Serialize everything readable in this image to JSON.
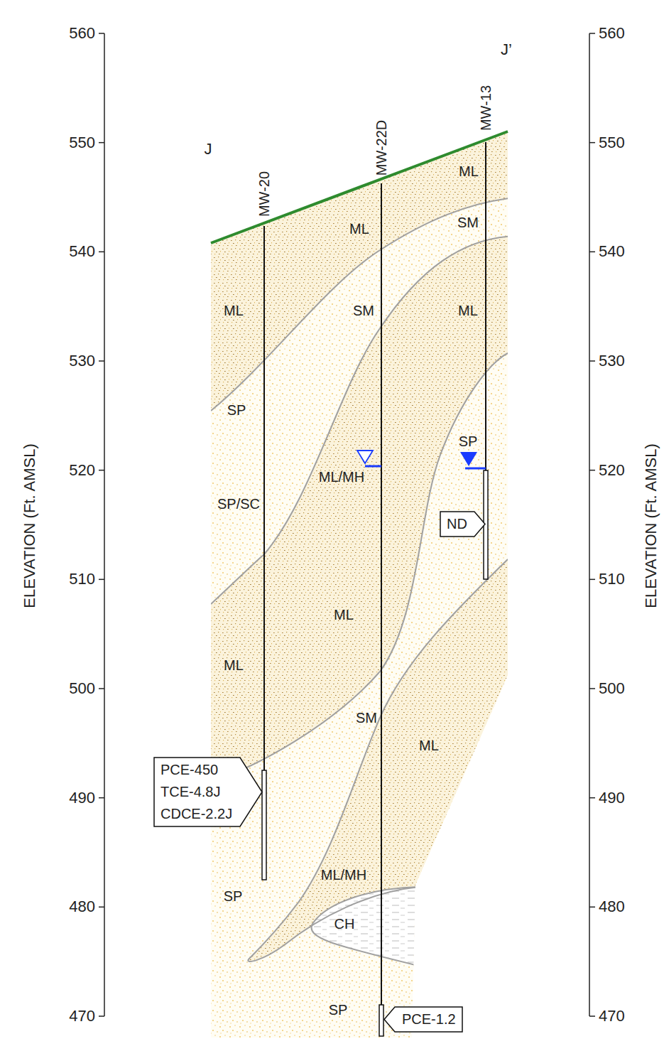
{
  "diagram": {
    "nodes": [
      {
        "text": [
          "PCE-450",
          "TCE-4.8J",
          "CDCE-2.2J"
        ]
      },
      {
        "text": [
          "ND"
        ]
      },
      {
        "text": [
          "PCE-1.2"
        ]
      }
    ],
    "labels": [
      "560",
      "550",
      "540",
      "530",
      "520",
      "510",
      "500",
      "490",
      "480",
      "470",
      "560",
      "550",
      "540",
      "530",
      "520",
      "510",
      "500",
      "490",
      "480",
      "470",
      "ELEVATION (Ft. AMSL)",
      "ELEVATION (Ft. AMSL)",
      "J",
      "J’",
      "MW-20",
      "MW-22D",
      "MW-13",
      "ML",
      "ML",
      "SM",
      "ML",
      "SM",
      "ML",
      "SP",
      "SP",
      "ML/MH",
      "SP/SC",
      "ML",
      "ML",
      "SM",
      "ML",
      "ML/MH",
      "SP",
      "CH",
      "SP"
    ]
  }
}
